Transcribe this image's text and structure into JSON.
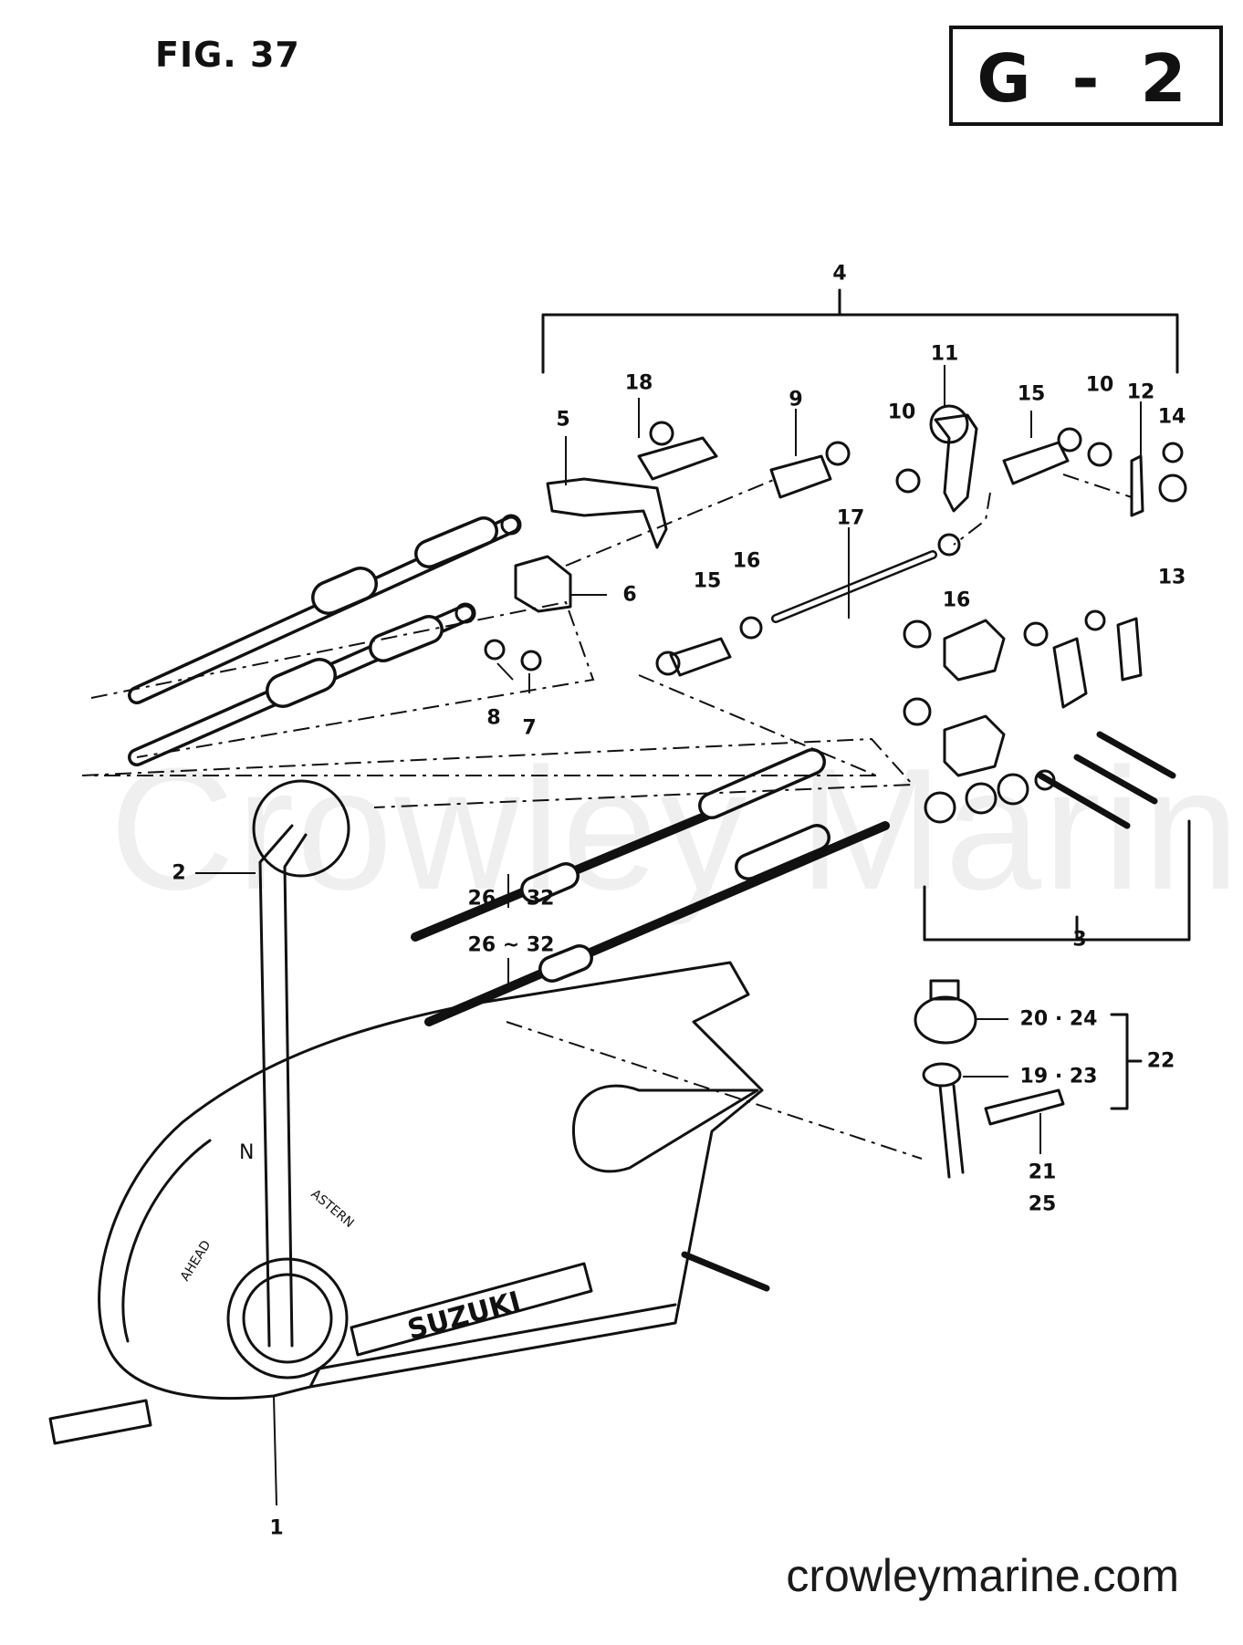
{
  "header": {
    "figure": "FIG. 37",
    "section_code": "G - 2"
  },
  "watermark": "Crowley Marine",
  "site": "crowleymarine.com",
  "panel_text": {
    "brand": "SUZUKI",
    "neutral": "N",
    "ahead": "AHEAD",
    "astern": "ASTERN"
  },
  "callouts": {
    "c4": "4",
    "c18": "18",
    "c5": "5",
    "c9": "9",
    "c11": "11",
    "c10a": "10",
    "c15a": "15",
    "c10b": "10",
    "c12": "12",
    "c14": "14",
    "c13": "13",
    "c6": "6",
    "c17": "17",
    "c15b": "15",
    "c16a": "16",
    "c16b": "16",
    "c8": "8",
    "c7": "7",
    "c2": "2",
    "c26a": "26 ~ 32",
    "c26b": "26 ~ 32",
    "c3": "3",
    "c20": "20 · 24",
    "c19": "19 · 23",
    "c22": "22",
    "c21": "21",
    "c25": "25",
    "c1": "1"
  }
}
